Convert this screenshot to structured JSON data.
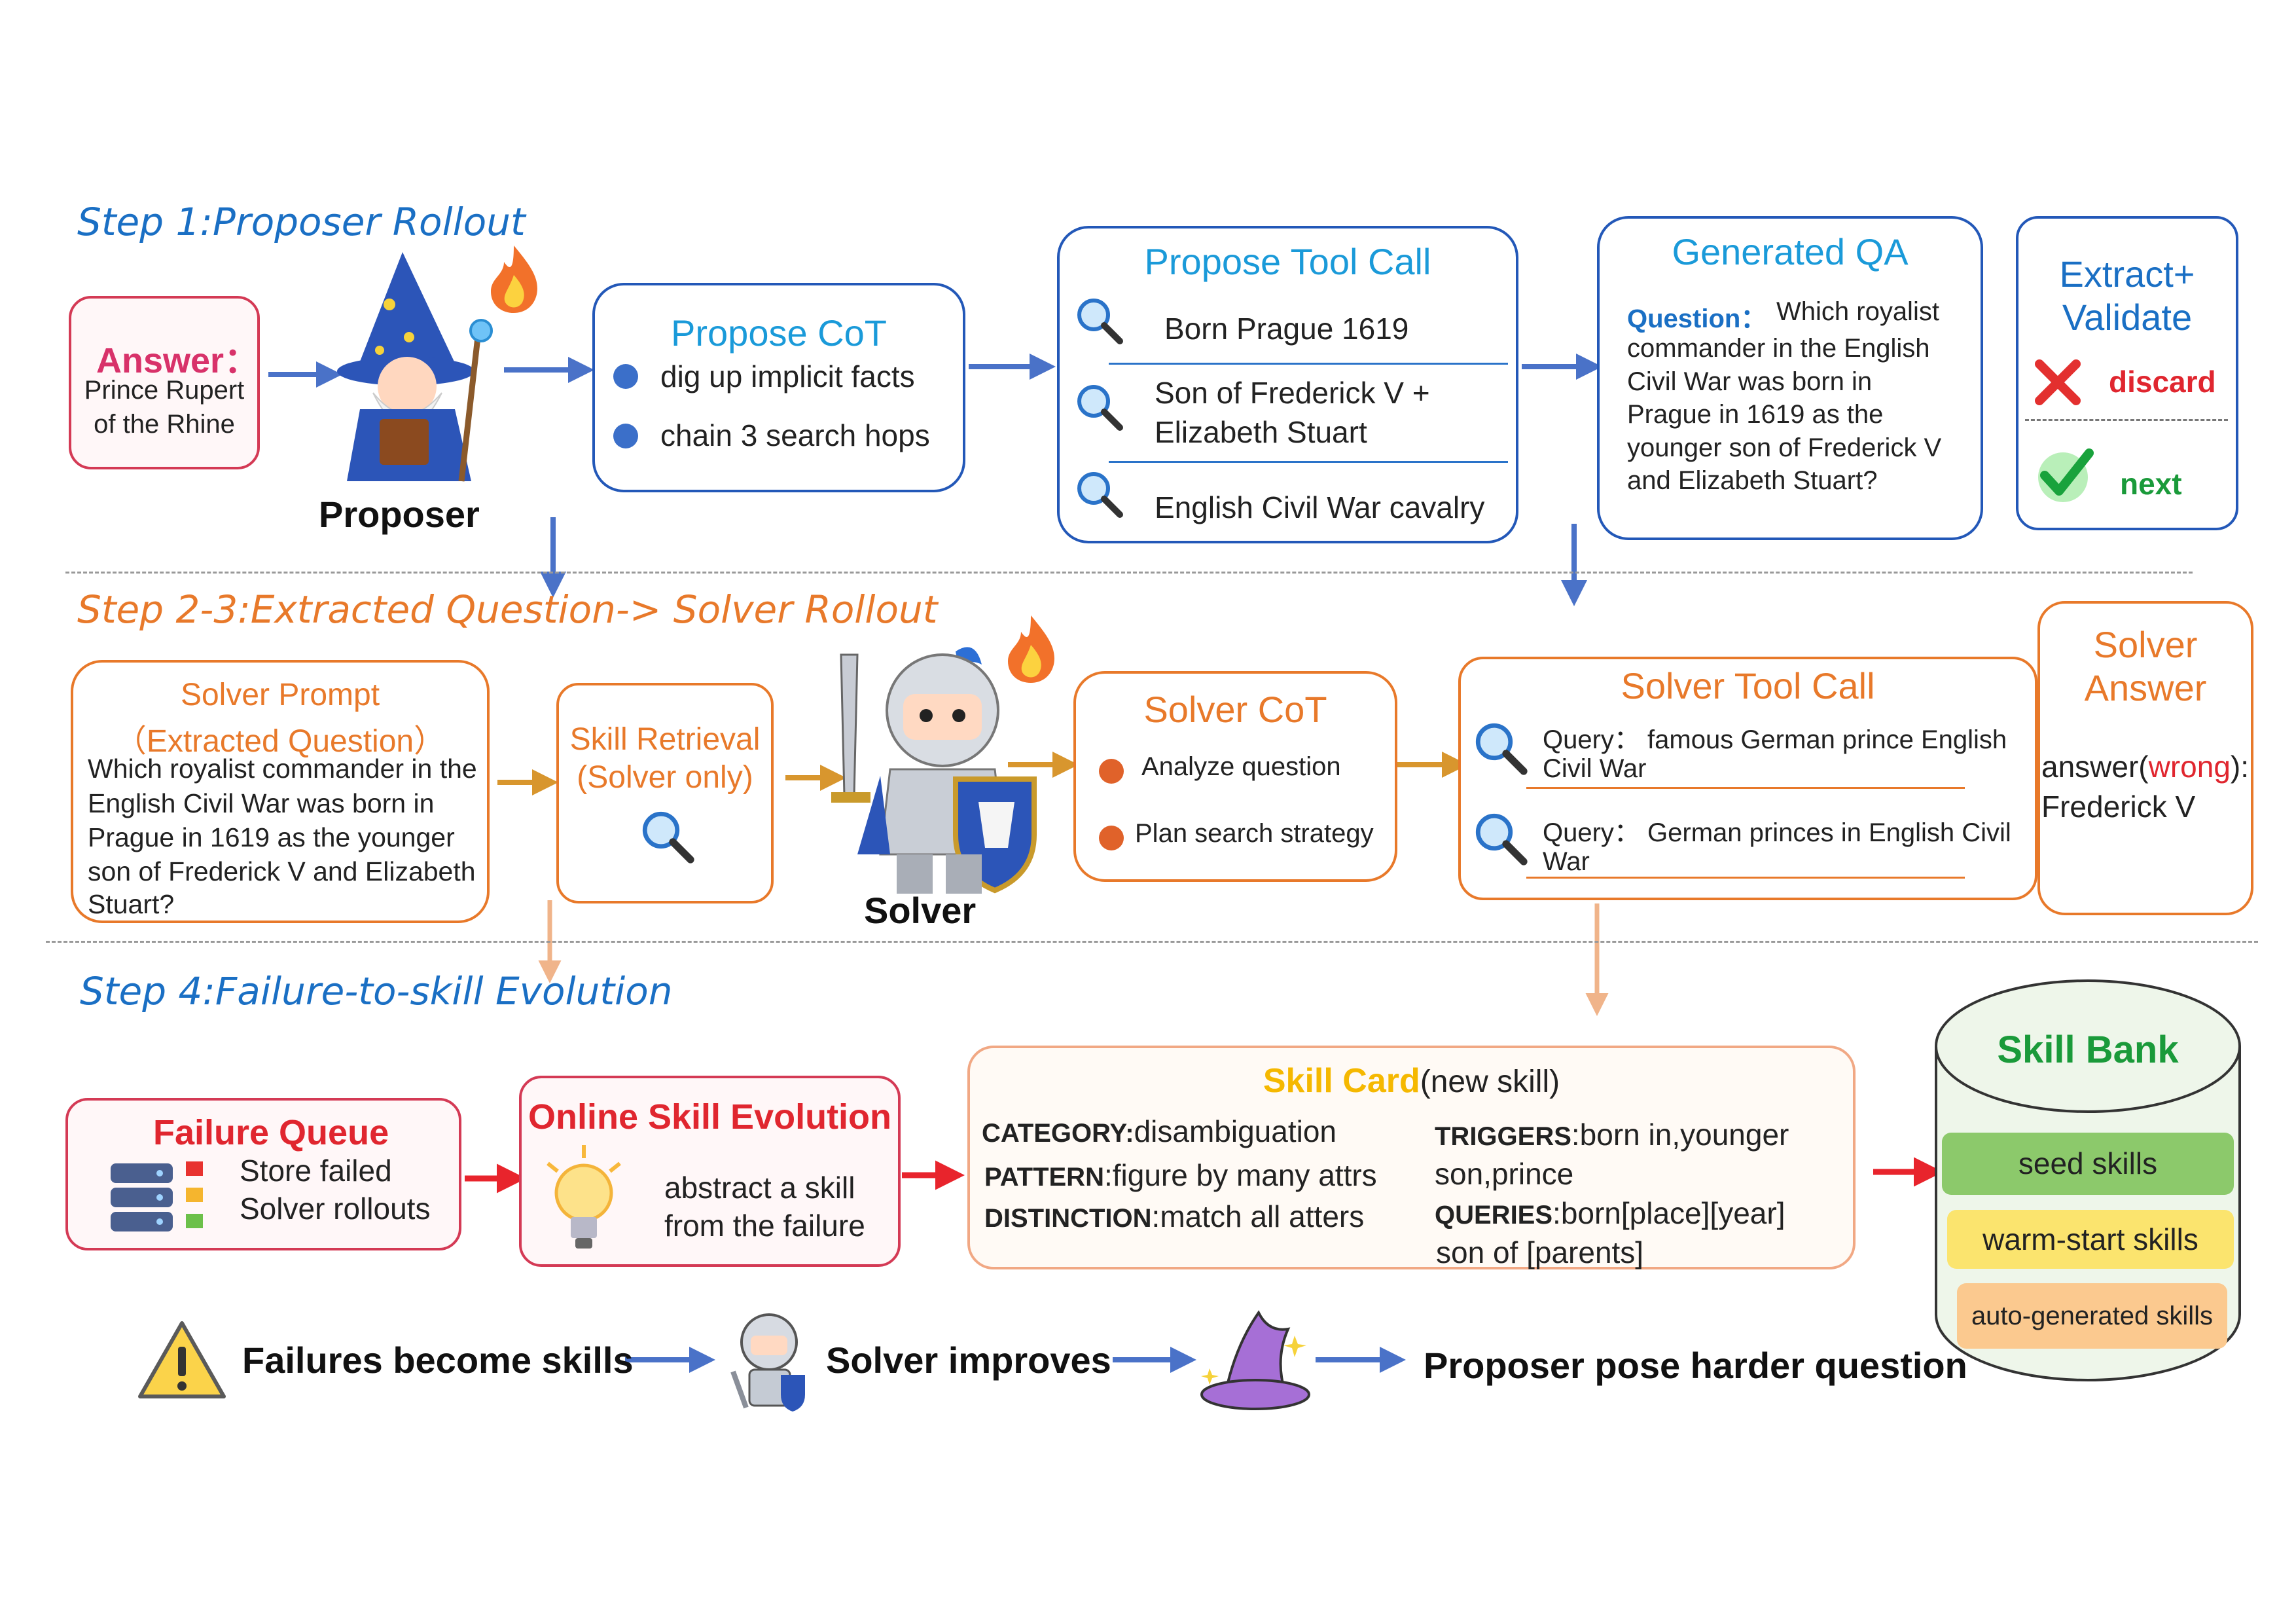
{
  "step1": {
    "title": "Step 1:Proposer Rollout",
    "answer_label": "Answer：",
    "answer_line1": "Prince Rupert",
    "answer_line2": "of the Rhine",
    "proposer_label": "Proposer",
    "cot_title": "Propose CoT",
    "cot_items": [
      "dig up implicit facts",
      "chain 3 search hops"
    ],
    "toolcall_title": "Propose Tool Call",
    "toolcall_items": [
      "Born Prague 1619",
      "Son of Frederick V +",
      "Elizabeth Stuart",
      "English Civil War cavalry"
    ],
    "qa_title": "Generated QA",
    "qa_question_label": "Question：",
    "qa_lines": [
      "Which royalist",
      "commander in the English",
      "Civil War was born in",
      "Prague in 1619 as the",
      "younger son of Frederick V",
      "and Elizabeth Stuart?"
    ],
    "validate_title1": "Extract+",
    "validate_title2": "Validate",
    "discard_label": "discard",
    "next_label": "next"
  },
  "step2": {
    "title": "Step 2-3:Extracted Question-> Solver Rollout",
    "prompt_title1": "Solver Prompt",
    "prompt_title2": "（Extracted Question）",
    "prompt_lines": [
      "Which royalist commander in the",
      "English Civil War was born in",
      "Prague in 1619 as the younger",
      "son of Frederick V and Elizabeth",
      "Stuart?"
    ],
    "retrieval_title1": "Skill Retrieval",
    "retrieval_title2": "(Solver only)",
    "solver_label": "Solver",
    "cot_title": "Solver CoT",
    "cot_items": [
      "Analyze question",
      "Plan search strategy"
    ],
    "toolcall_title": "Solver Tool Call",
    "query1_line1": "Query： famous German prince English",
    "query1_line2": "Civil War",
    "query2_line1": "Query： German princes in English Civil",
    "query2_line2": "War",
    "answer_title1": "Solver",
    "answer_title2": "Answer",
    "answer_prefix": "answer(",
    "answer_wrong": "wrong",
    "answer_suffix": "):",
    "answer_value": "Frederick V"
  },
  "step4": {
    "title": "Step 4:Failure-to-skill Evolution",
    "queue_title": "Failure Queue",
    "queue_line1": "Store failed",
    "queue_line2": "Solver rollouts",
    "evolution_title": "Online Skill Evolution",
    "evolution_line1": "abstract a skill",
    "evolution_line2": "from the failure",
    "card_title": "Skill Card",
    "card_subtitle": "(new skill)",
    "category_key": "CATEGORY:",
    "category_val": "disambiguation",
    "pattern_key": "PATTERN",
    "pattern_val": ":figure by many attrs",
    "distinction_key": "DISTINCTION",
    "distinction_val": ":match all atters",
    "triggers_key": "TRIGGERS",
    "triggers_val1": ":born in,younger",
    "triggers_val2": "son,prince",
    "queries_key": "QUERIES",
    "queries_val1": ":born[place][year]",
    "queries_val2": "son of [parents]",
    "bank_title": "Skill Bank",
    "bank_items": [
      "seed skills",
      "warm-start skills",
      "auto-generated skills"
    ]
  },
  "footer": {
    "item1": "Failures become skills",
    "item2": "Solver improves",
    "item3": "Proposer pose harder question"
  },
  "colors": {
    "blue_title": "#1a6fc4",
    "orange": "#e8792a",
    "red": "#e0262f",
    "green": "#1a9a3a",
    "seed": "#8cc96b",
    "warm": "#fbe46e",
    "auto": "#fbc98f"
  }
}
